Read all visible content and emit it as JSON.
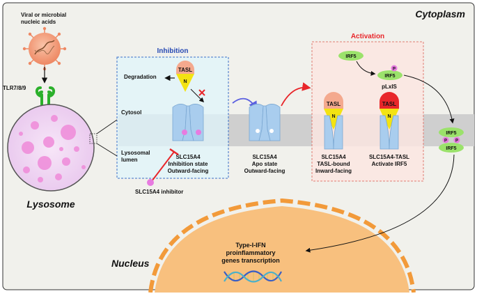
{
  "regions": {
    "cytoplasm": "Cytoplasm",
    "nucleus": "Nucleus",
    "lysosome": "Lysosome",
    "cytosol": "Cytosol",
    "lysosomal_lumen_1": "Lysosomal",
    "lysosomal_lumen_2": "lumen"
  },
  "virus": {
    "label_1": "Viral or microbial",
    "label_2": "nucleic acids"
  },
  "tlr": {
    "label": "TLR7/8/9"
  },
  "inhibition": {
    "title": "Inhibition",
    "degradation": "Degradation",
    "tasl": "TASL",
    "n": "N",
    "state_1": "SLC15A4",
    "state_2": "Inhibition state",
    "state_3": "Outward-facing",
    "inhibitor": "SLC15A4 inhibitor"
  },
  "apo": {
    "line_1": "SLC15A4",
    "line_2": "Apo state",
    "line_3": "Outward-facing"
  },
  "activation": {
    "title": "Activation",
    "irf5": "IRF5",
    "p": "P",
    "motif": "pLxIS",
    "tasl": "TASL",
    "n": "N",
    "bound_1": "SLC15A4",
    "bound_2": "TASL-bound",
    "bound_3": "Inward-facing",
    "active_1": "SLC15A4-TASL",
    "active_2": "Activate IRF5"
  },
  "dimer": {
    "irf5": "IRF5",
    "p": "P"
  },
  "transcription": {
    "line_1": "Type-I-IFN",
    "line_2": "proinflammatory",
    "line_3": "genes transcription"
  },
  "colors": {
    "cytoplasm_bg": "#f1f1ec",
    "inhibition_bg": "#dff4fb",
    "inhibition_border": "#3a6fc7",
    "activation_bg": "#fde6e1",
    "activation_border": "#e07b72",
    "membrane": "#cfcfcf",
    "transporter": "#a9cdee",
    "tasl_fill": "#f4a98e",
    "tasl_red": "#e8262a",
    "n_yellow": "#f3e312",
    "irf5": "#9be26b",
    "phospho": "#e77be0",
    "nucleus_fill": "#f8c07e",
    "nucleus_border": "#f29a3a",
    "inhibition_title": "#2548b3",
    "activation_title": "#e8262a"
  }
}
